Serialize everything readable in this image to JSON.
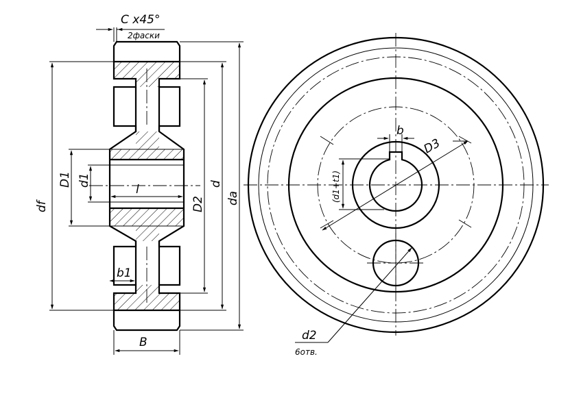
{
  "labels": {
    "chamfer_top": "C x45°",
    "chamfer_bottom": "2фаски",
    "df": "df",
    "D1": "D1",
    "d1": "d1",
    "l": "l",
    "D2": "D2",
    "d": "d",
    "da": "da",
    "b1": "b1",
    "B": "B",
    "b": "b",
    "D3": "D3",
    "keyway_depth": "(d1+t1)",
    "d2": "d2",
    "holes": "6отв."
  }
}
